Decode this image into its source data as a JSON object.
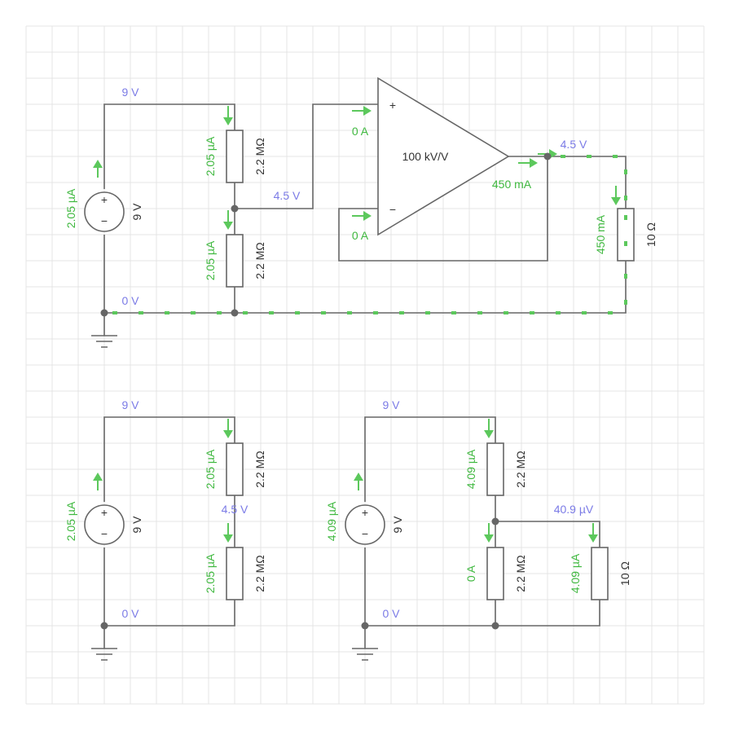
{
  "circuit1": {
    "supply": {
      "voltage": "9 V",
      "current": "2.05 µA",
      "sign_plus": "+",
      "sign_minus": "−"
    },
    "node_top_label": "9 V",
    "node_mid_label": "4.5 V",
    "node_ground_label": "0 V",
    "r_top": {
      "value": "2.2 MΩ",
      "current": "2.05 µA"
    },
    "r_bottom": {
      "value": "2.2 MΩ",
      "current": "2.05 µA"
    },
    "opamp": {
      "gain": "100 kV/V",
      "plus_symbol": "+",
      "minus_symbol": "−",
      "in_plus_current": "0 A",
      "in_minus_current": "0 A",
      "out_current": "450 mA",
      "out_voltage": "4.5 V"
    },
    "load": {
      "value": "10 Ω",
      "current": "450 mA"
    }
  },
  "circuit2": {
    "supply": {
      "voltage": "9 V",
      "current": "2.05 µA",
      "sign_plus": "+",
      "sign_minus": "−"
    },
    "node_top_label": "9 V",
    "node_mid_label": "4.5 V",
    "node_ground_label": "0 V",
    "r_top": {
      "value": "2.2 MΩ",
      "current": "2.05 µA"
    },
    "r_bottom": {
      "value": "2.2 MΩ",
      "current": "2.05 µA"
    }
  },
  "circuit3": {
    "supply": {
      "voltage": "9 V",
      "current": "4.09 µA",
      "sign_plus": "+",
      "sign_minus": "−"
    },
    "node_top_label": "9 V",
    "node_mid_label": "40.9 µV",
    "node_ground_label": "0 V",
    "r_top": {
      "value": "2.2 MΩ",
      "current": "4.09 µA"
    },
    "r_bottom": {
      "value": "2.2 MΩ",
      "current": "0 A"
    },
    "load": {
      "value": "10 Ω",
      "current": "4.09 µA"
    }
  },
  "colors": {
    "wire": "#666666",
    "voltage_label": "#7b7be6",
    "current_label": "#3fb83f",
    "current_flow": "#5cc85c",
    "grid": "#e4e4e4"
  }
}
